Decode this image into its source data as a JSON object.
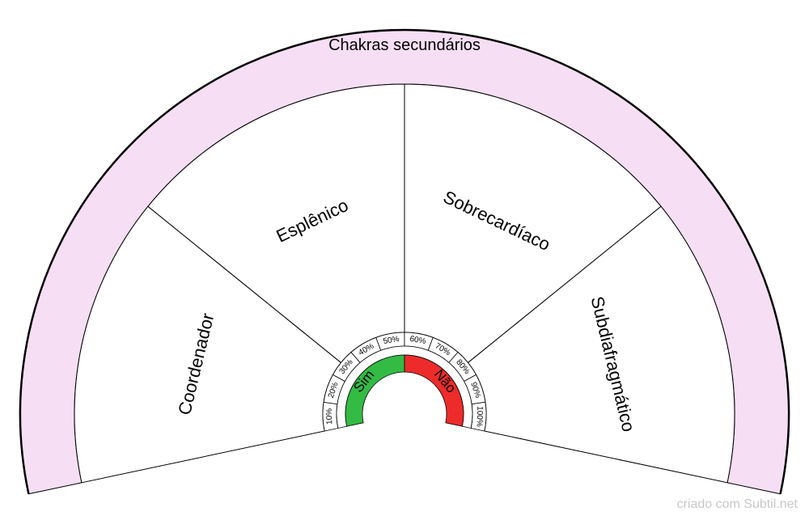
{
  "title": "Chakras secundários",
  "sectors": [
    "Coordenador",
    "Esplênico",
    "Sobrecardíaco",
    "Subdiafragmático"
  ],
  "percent_ticks": [
    "10%",
    "20%",
    "30%",
    "40%",
    "50%",
    "60%",
    "70%",
    "80%",
    "90%",
    "100%"
  ],
  "answers": [
    {
      "label": "Sim",
      "color": "#33bb44"
    },
    {
      "label": "Não",
      "color": "#ee2b2b"
    }
  ],
  "colors": {
    "outer_band": "#f6dff4",
    "sector_fill": "#ffffff",
    "stroke": "#000000"
  },
  "footer": "criado com Subtil.net"
}
